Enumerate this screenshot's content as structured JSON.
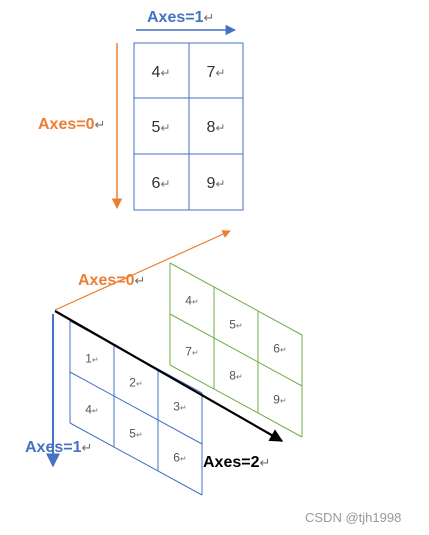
{
  "colors": {
    "blue": "#4472c4",
    "orange": "#ed7d31",
    "green": "#70ad47",
    "black": "#000000",
    "gray": "#767171",
    "watermark": "#999999"
  },
  "return_mark": "↵",
  "top_matrix": {
    "axis1_label": "Axes=1",
    "axis0_label": "Axes=0",
    "cells": [
      [
        "4",
        "7"
      ],
      [
        "5",
        "8"
      ],
      [
        "6",
        "9"
      ]
    ]
  },
  "cube": {
    "axis0_label": "Axes=0",
    "axis1_label": "Axes=1",
    "axis2_label": "Axes=2",
    "front_layer": [
      [
        "1",
        "2",
        "3"
      ],
      [
        "4",
        "5",
        "6"
      ]
    ],
    "back_layer": [
      [
        "4",
        "5",
        "6"
      ],
      [
        "7",
        "8",
        "9"
      ]
    ]
  },
  "watermark": "CSDN @tjh1998"
}
